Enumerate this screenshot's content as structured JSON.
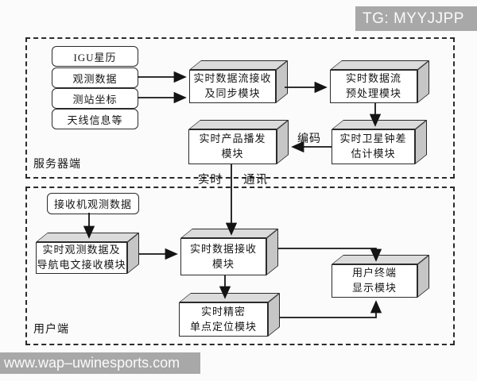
{
  "watermarks": {
    "telegram_badge": "TG: MYYJJPP",
    "site_url": "www.wap–uwinesports.com"
  },
  "server_section": {
    "section_label": "服务器端",
    "inputs": [
      {
        "label": "IGU星历"
      },
      {
        "label": "观测数据"
      },
      {
        "label": "测站坐标"
      },
      {
        "label": "天线信息等"
      }
    ],
    "modules": {
      "stream_receive_sync": {
        "line1": "实时数据流接收",
        "line2": "及同步模块"
      },
      "stream_preprocess": {
        "line1": "实时数据流",
        "line2": "预处理模块"
      },
      "product_broadcast": {
        "line1": "实时产品播发",
        "line2": "模块"
      },
      "clock_estimate": {
        "line1": "实时卫星钟差",
        "line2": "估计模块"
      }
    },
    "encode_label": "编码"
  },
  "link_label": {
    "left": "实时",
    "right": "通讯"
  },
  "user_section": {
    "section_label": "用户端",
    "receiver_data_label": "接收机观测数据",
    "modules": {
      "obs_nav_receive": {
        "line1": "实时观测数据及",
        "line2": "导航电文接收模块"
      },
      "data_receive": {
        "line1": "实时数据接收",
        "line2": "模块"
      },
      "ppp": {
        "line1": "实时精密",
        "line2": "单点定位模块"
      },
      "terminal_display": {
        "line1": "用户终端",
        "line2": "显示模块"
      }
    }
  },
  "colors": {
    "watermark_bg": "#a8a8a8",
    "box_top_face": "#dbdbdb",
    "box_side_face": "#c6c6c6",
    "line": "#141414"
  }
}
